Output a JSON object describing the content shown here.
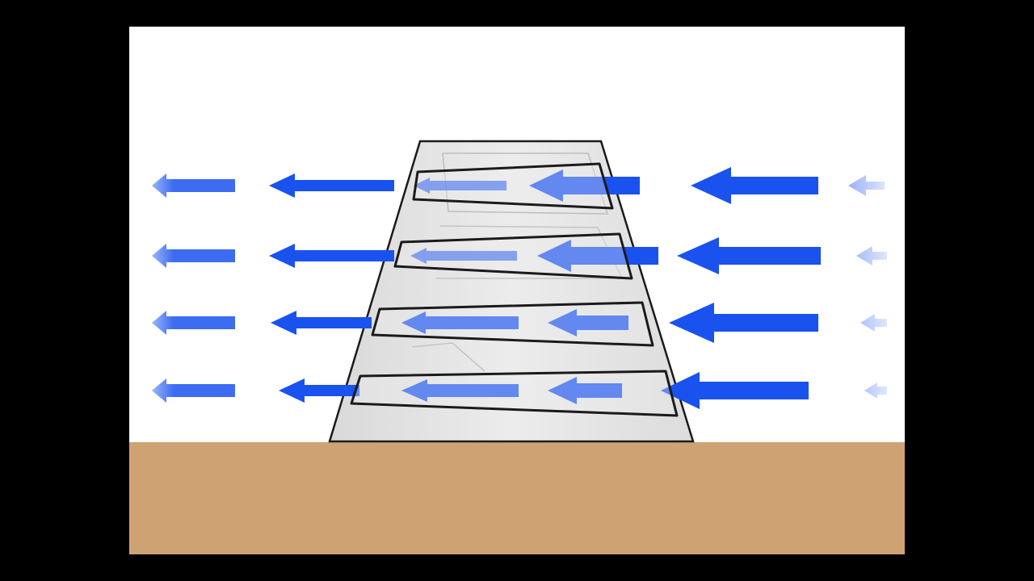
{
  "colors": {
    "letterbox": "#000000",
    "sky": "#ffffff",
    "ground": "#cfa273",
    "arrow": "#1a52f0",
    "tower_fill": "#e4e4e4",
    "tower_outline": "#1a1a1a",
    "band_fill": "#eeeeee"
  },
  "icons": {
    "arrow": "left-arrow-icon",
    "tower": "trapezoid-tower"
  },
  "diagram": {
    "arrow_direction": "left",
    "arrow_rows": 4,
    "louver_bands": 4
  }
}
